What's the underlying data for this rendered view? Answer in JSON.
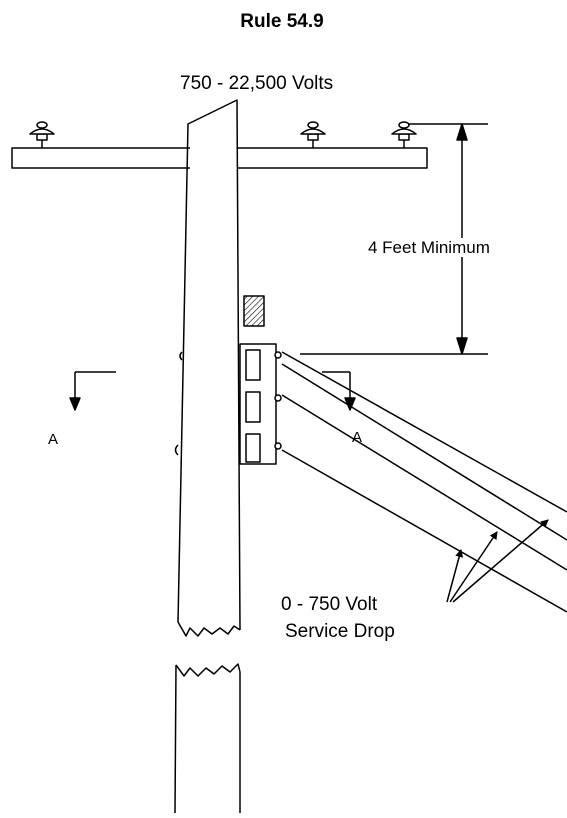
{
  "title": "Rule 54.9",
  "primary_voltage": "750 - 22,500 Volts",
  "clearance_label": "4 Feet Minimum",
  "section_marker": "A",
  "service_drop": {
    "line1": "0 - 750 Volt",
    "line2": "Service Drop"
  },
  "colors": {
    "ink": "#000000",
    "background": "#ffffff"
  }
}
